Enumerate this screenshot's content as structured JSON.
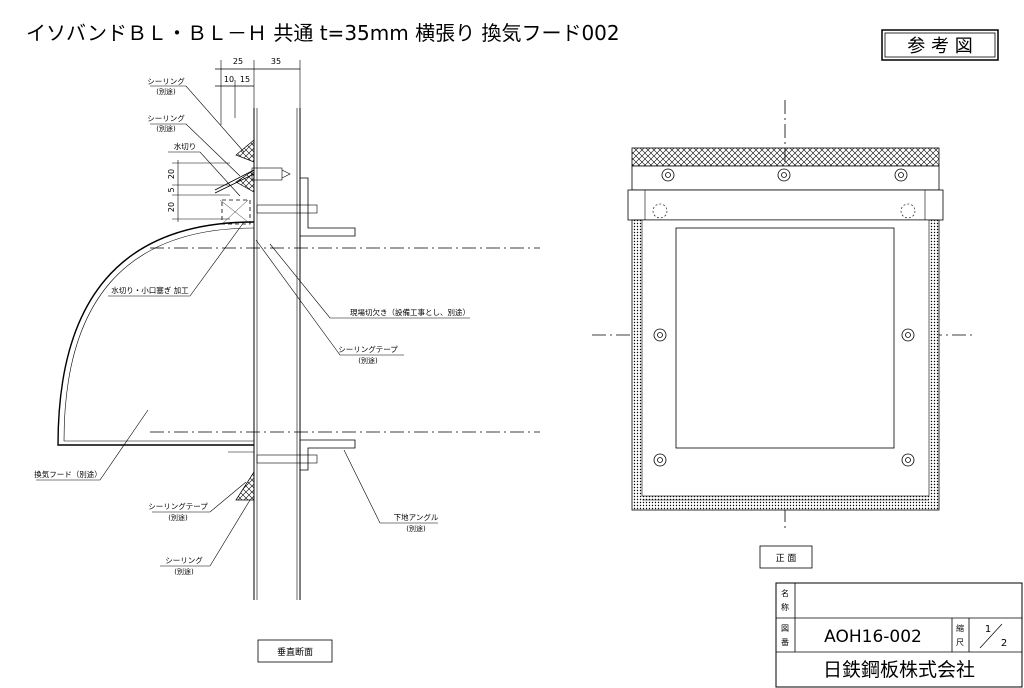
{
  "title": "イソバンドＢＬ・ＢＬ－Ｈ 共通 t=35mm 横張り 換気フード002",
  "stamp": "参 考 図",
  "dims": {
    "d25": "25",
    "d35": "35",
    "d10": "10",
    "d15": "15",
    "v20a": "20",
    "v5": "5",
    "v20b": "20"
  },
  "labels": {
    "sealing1": "シーリング",
    "sealing1_sub": "(別途)",
    "sealing2": "シーリング",
    "sealing2_sub": "(別途)",
    "mizukiri": "水切り",
    "mizukiri_kakou": "水切り・小口塞ぎ 加工",
    "genba": "現場切欠き（設備工事とし、別途）",
    "tape1": "シーリングテープ",
    "tape1_sub": "(別途)",
    "hood": "換気フード（別途）",
    "tape2": "シーリングテープ",
    "tape2_sub": "(別途)",
    "sealing3": "シーリング",
    "sealing3_sub": "(別途)",
    "angle": "下地アングル",
    "angle_sub": "(別途)"
  },
  "captions": {
    "section": "垂直断面",
    "front": "正 面"
  },
  "titleblock": {
    "name_label_1": "名",
    "name_label_2": "称",
    "drawing_no_label_1": "図",
    "drawing_no_label_2": "番",
    "drawing_no": "AOH16-002",
    "scale_label_1": "縮",
    "scale_label_2": "尺",
    "scale_num": "1",
    "scale_den": "2",
    "company": "日鉄鋼板株式会社"
  }
}
